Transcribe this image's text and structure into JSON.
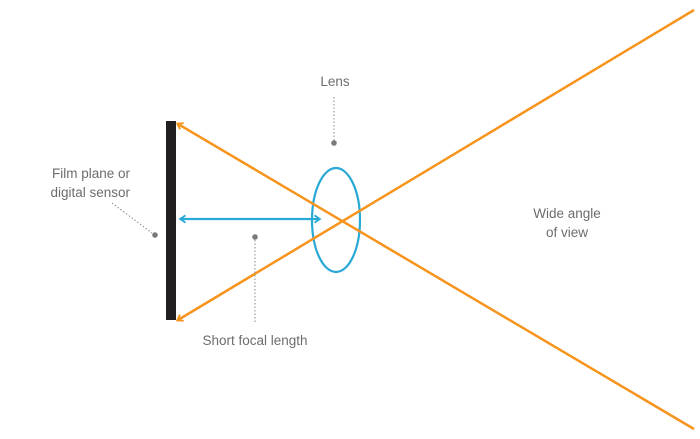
{
  "labels": {
    "lens": "Lens",
    "sensor_line1": "Film plane or",
    "sensor_line2": "digital sensor",
    "view_line1": "Wide angle",
    "view_line2": "of view",
    "focal": "Short focal length"
  },
  "colors": {
    "ray": "#f7941d",
    "lens": "#29a9d6",
    "focal_arrow": "#29a9d6",
    "sensor": "#231f20",
    "leader": "#7a7a7a",
    "text": "#6d6d6d"
  }
}
